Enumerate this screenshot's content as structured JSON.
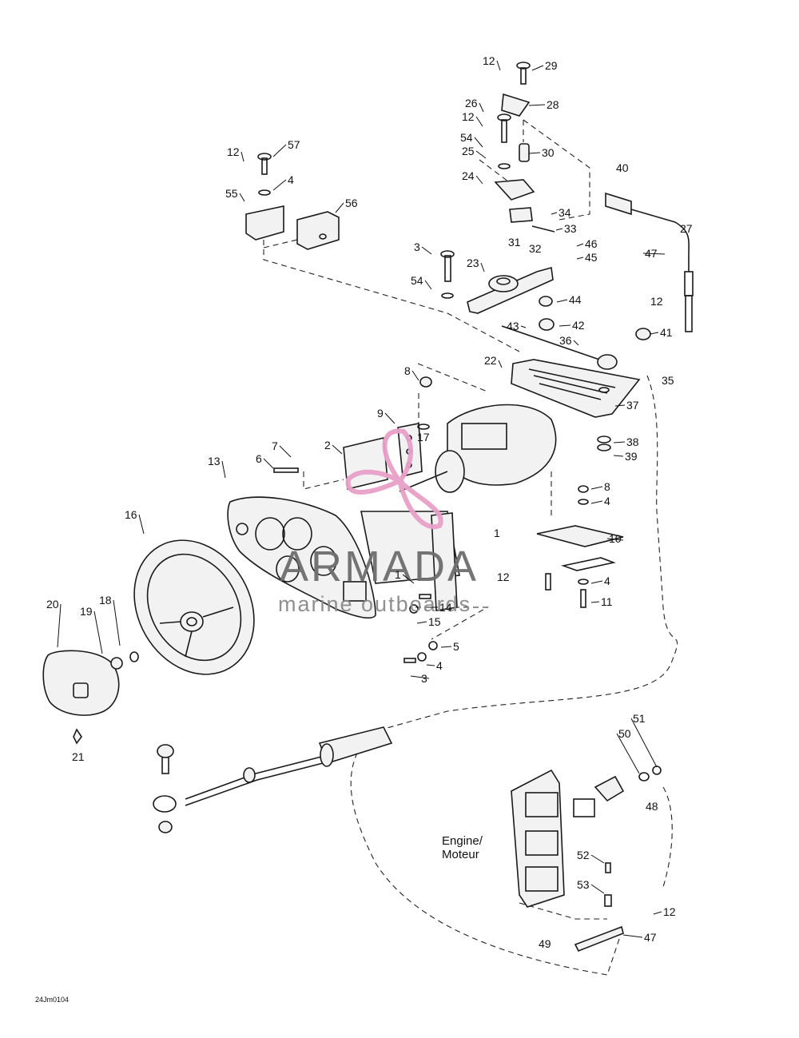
{
  "watermark": {
    "brand": "ARMADA",
    "tagline": "marine outboards",
    "accent_color": "#e8a0c8",
    "text_color": "#6e6e6e"
  },
  "diagram": {
    "code": "24Jm0104",
    "engine_label_line1": "Engine/",
    "engine_label_line2": "Moteur"
  },
  "callouts": [
    {
      "id": "c29",
      "text": "29"
    },
    {
      "id": "c12a",
      "text": "12"
    },
    {
      "id": "c28",
      "text": "28"
    },
    {
      "id": "c26",
      "text": "26"
    },
    {
      "id": "c12b",
      "text": "12"
    },
    {
      "id": "c54a",
      "text": "54"
    },
    {
      "id": "c25",
      "text": "25"
    },
    {
      "id": "c30",
      "text": "30"
    },
    {
      "id": "c24",
      "text": "24"
    },
    {
      "id": "c40",
      "text": "40"
    },
    {
      "id": "c34",
      "text": "34"
    },
    {
      "id": "c33",
      "text": "33"
    },
    {
      "id": "c27",
      "text": "27"
    },
    {
      "id": "c31",
      "text": "31"
    },
    {
      "id": "c46",
      "text": "46"
    },
    {
      "id": "c32",
      "text": "32"
    },
    {
      "id": "c45",
      "text": "45"
    },
    {
      "id": "c47a",
      "text": "47"
    },
    {
      "id": "c3a",
      "text": "3"
    },
    {
      "id": "c23",
      "text": "23"
    },
    {
      "id": "c54b",
      "text": "54"
    },
    {
      "id": "c44",
      "text": "44"
    },
    {
      "id": "c12c",
      "text": "12"
    },
    {
      "id": "c43",
      "text": "43"
    },
    {
      "id": "c42",
      "text": "42"
    },
    {
      "id": "c41",
      "text": "41"
    },
    {
      "id": "c36",
      "text": "36"
    },
    {
      "id": "c35",
      "text": "35"
    },
    {
      "id": "c22",
      "text": "22"
    },
    {
      "id": "c37",
      "text": "37"
    },
    {
      "id": "c12d",
      "text": "12"
    },
    {
      "id": "c57",
      "text": "57"
    },
    {
      "id": "c4a",
      "text": "4"
    },
    {
      "id": "c55",
      "text": "55"
    },
    {
      "id": "c56",
      "text": "56"
    },
    {
      "id": "c8a",
      "text": "8"
    },
    {
      "id": "c9",
      "text": "9"
    },
    {
      "id": "c17",
      "text": "17"
    },
    {
      "id": "c38",
      "text": "38"
    },
    {
      "id": "c39",
      "text": "39"
    },
    {
      "id": "c7",
      "text": "7"
    },
    {
      "id": "c2",
      "text": "2"
    },
    {
      "id": "c6",
      "text": "6"
    },
    {
      "id": "c13",
      "text": "13"
    },
    {
      "id": "c8b",
      "text": "8"
    },
    {
      "id": "c4b",
      "text": "4"
    },
    {
      "id": "c16",
      "text": "16"
    },
    {
      "id": "c10",
      "text": "10"
    },
    {
      "id": "c1a",
      "text": "1"
    },
    {
      "id": "c12e",
      "text": "12"
    },
    {
      "id": "c1b",
      "text": "1"
    },
    {
      "id": "c4c",
      "text": "4"
    },
    {
      "id": "c11",
      "text": "11"
    },
    {
      "id": "c20",
      "text": "20"
    },
    {
      "id": "c18",
      "text": "18"
    },
    {
      "id": "c19",
      "text": "19"
    },
    {
      "id": "c14",
      "text": "14"
    },
    {
      "id": "c15",
      "text": "15"
    },
    {
      "id": "c5",
      "text": "5"
    },
    {
      "id": "c4d",
      "text": "4"
    },
    {
      "id": "c3b",
      "text": "3"
    },
    {
      "id": "c21",
      "text": "21"
    },
    {
      "id": "c51",
      "text": "51"
    },
    {
      "id": "c50",
      "text": "50"
    },
    {
      "id": "c48",
      "text": "48"
    },
    {
      "id": "c52",
      "text": "52"
    },
    {
      "id": "c53",
      "text": "53"
    },
    {
      "id": "c12f",
      "text": "12"
    },
    {
      "id": "c49",
      "text": "49"
    },
    {
      "id": "c47b",
      "text": "47"
    }
  ]
}
